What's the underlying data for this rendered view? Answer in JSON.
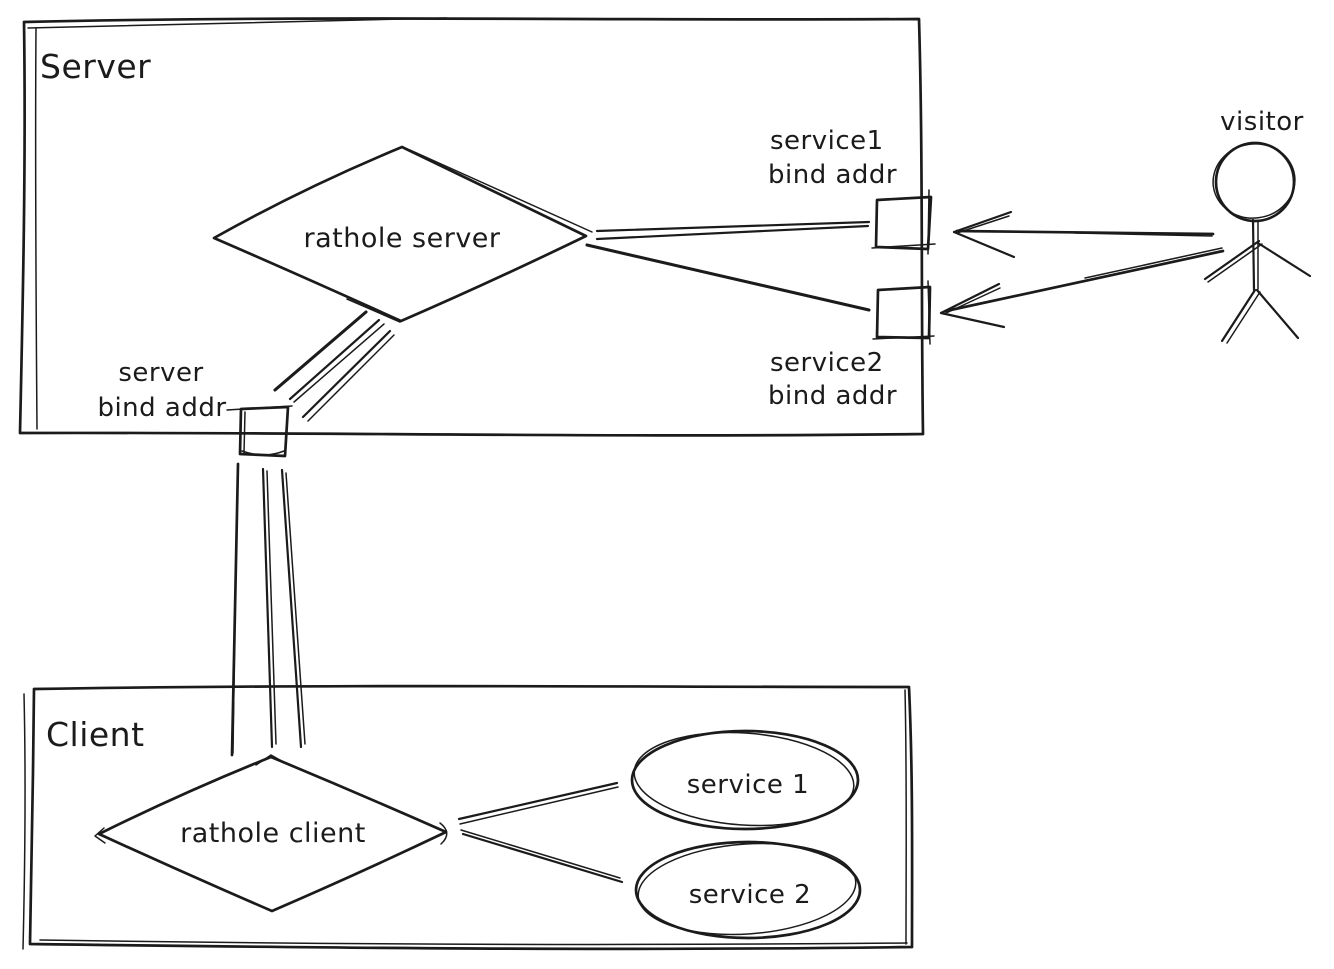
{
  "colors": {
    "ink": "#1b1b1b",
    "paper": "#ffffff"
  },
  "server": {
    "title": "Server",
    "diamond_label": "rathole server",
    "service1_bind": {
      "line1": "service1",
      "line2": "bind addr"
    },
    "service2_bind": {
      "line1": "service2",
      "line2": "bind addr"
    },
    "server_bind": {
      "line1": "server",
      "line2": "bind addr"
    }
  },
  "client": {
    "title": "Client",
    "diamond_label": "rathole client",
    "service1_label": "service 1",
    "service2_label": "service 2"
  },
  "visitor": {
    "label": "visitor"
  }
}
